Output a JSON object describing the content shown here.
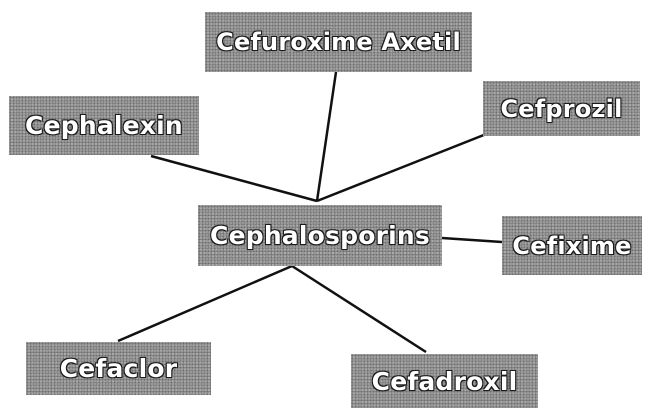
{
  "diagram": {
    "center": {
      "label": "Cephalosporins"
    },
    "nodes": [
      {
        "id": "node-top",
        "label": "Cefuroxime Axetil"
      },
      {
        "id": "node-left",
        "label": "Cephalexin"
      },
      {
        "id": "node-topright",
        "label": "Cefprozil"
      },
      {
        "id": "node-right",
        "label": "Cefixime"
      },
      {
        "id": "node-botleft",
        "label": "Cefaclor"
      },
      {
        "id": "node-botright",
        "label": "Cefadroxil"
      }
    ],
    "line_color": "#111111",
    "box_color": "#9a9a9a"
  }
}
